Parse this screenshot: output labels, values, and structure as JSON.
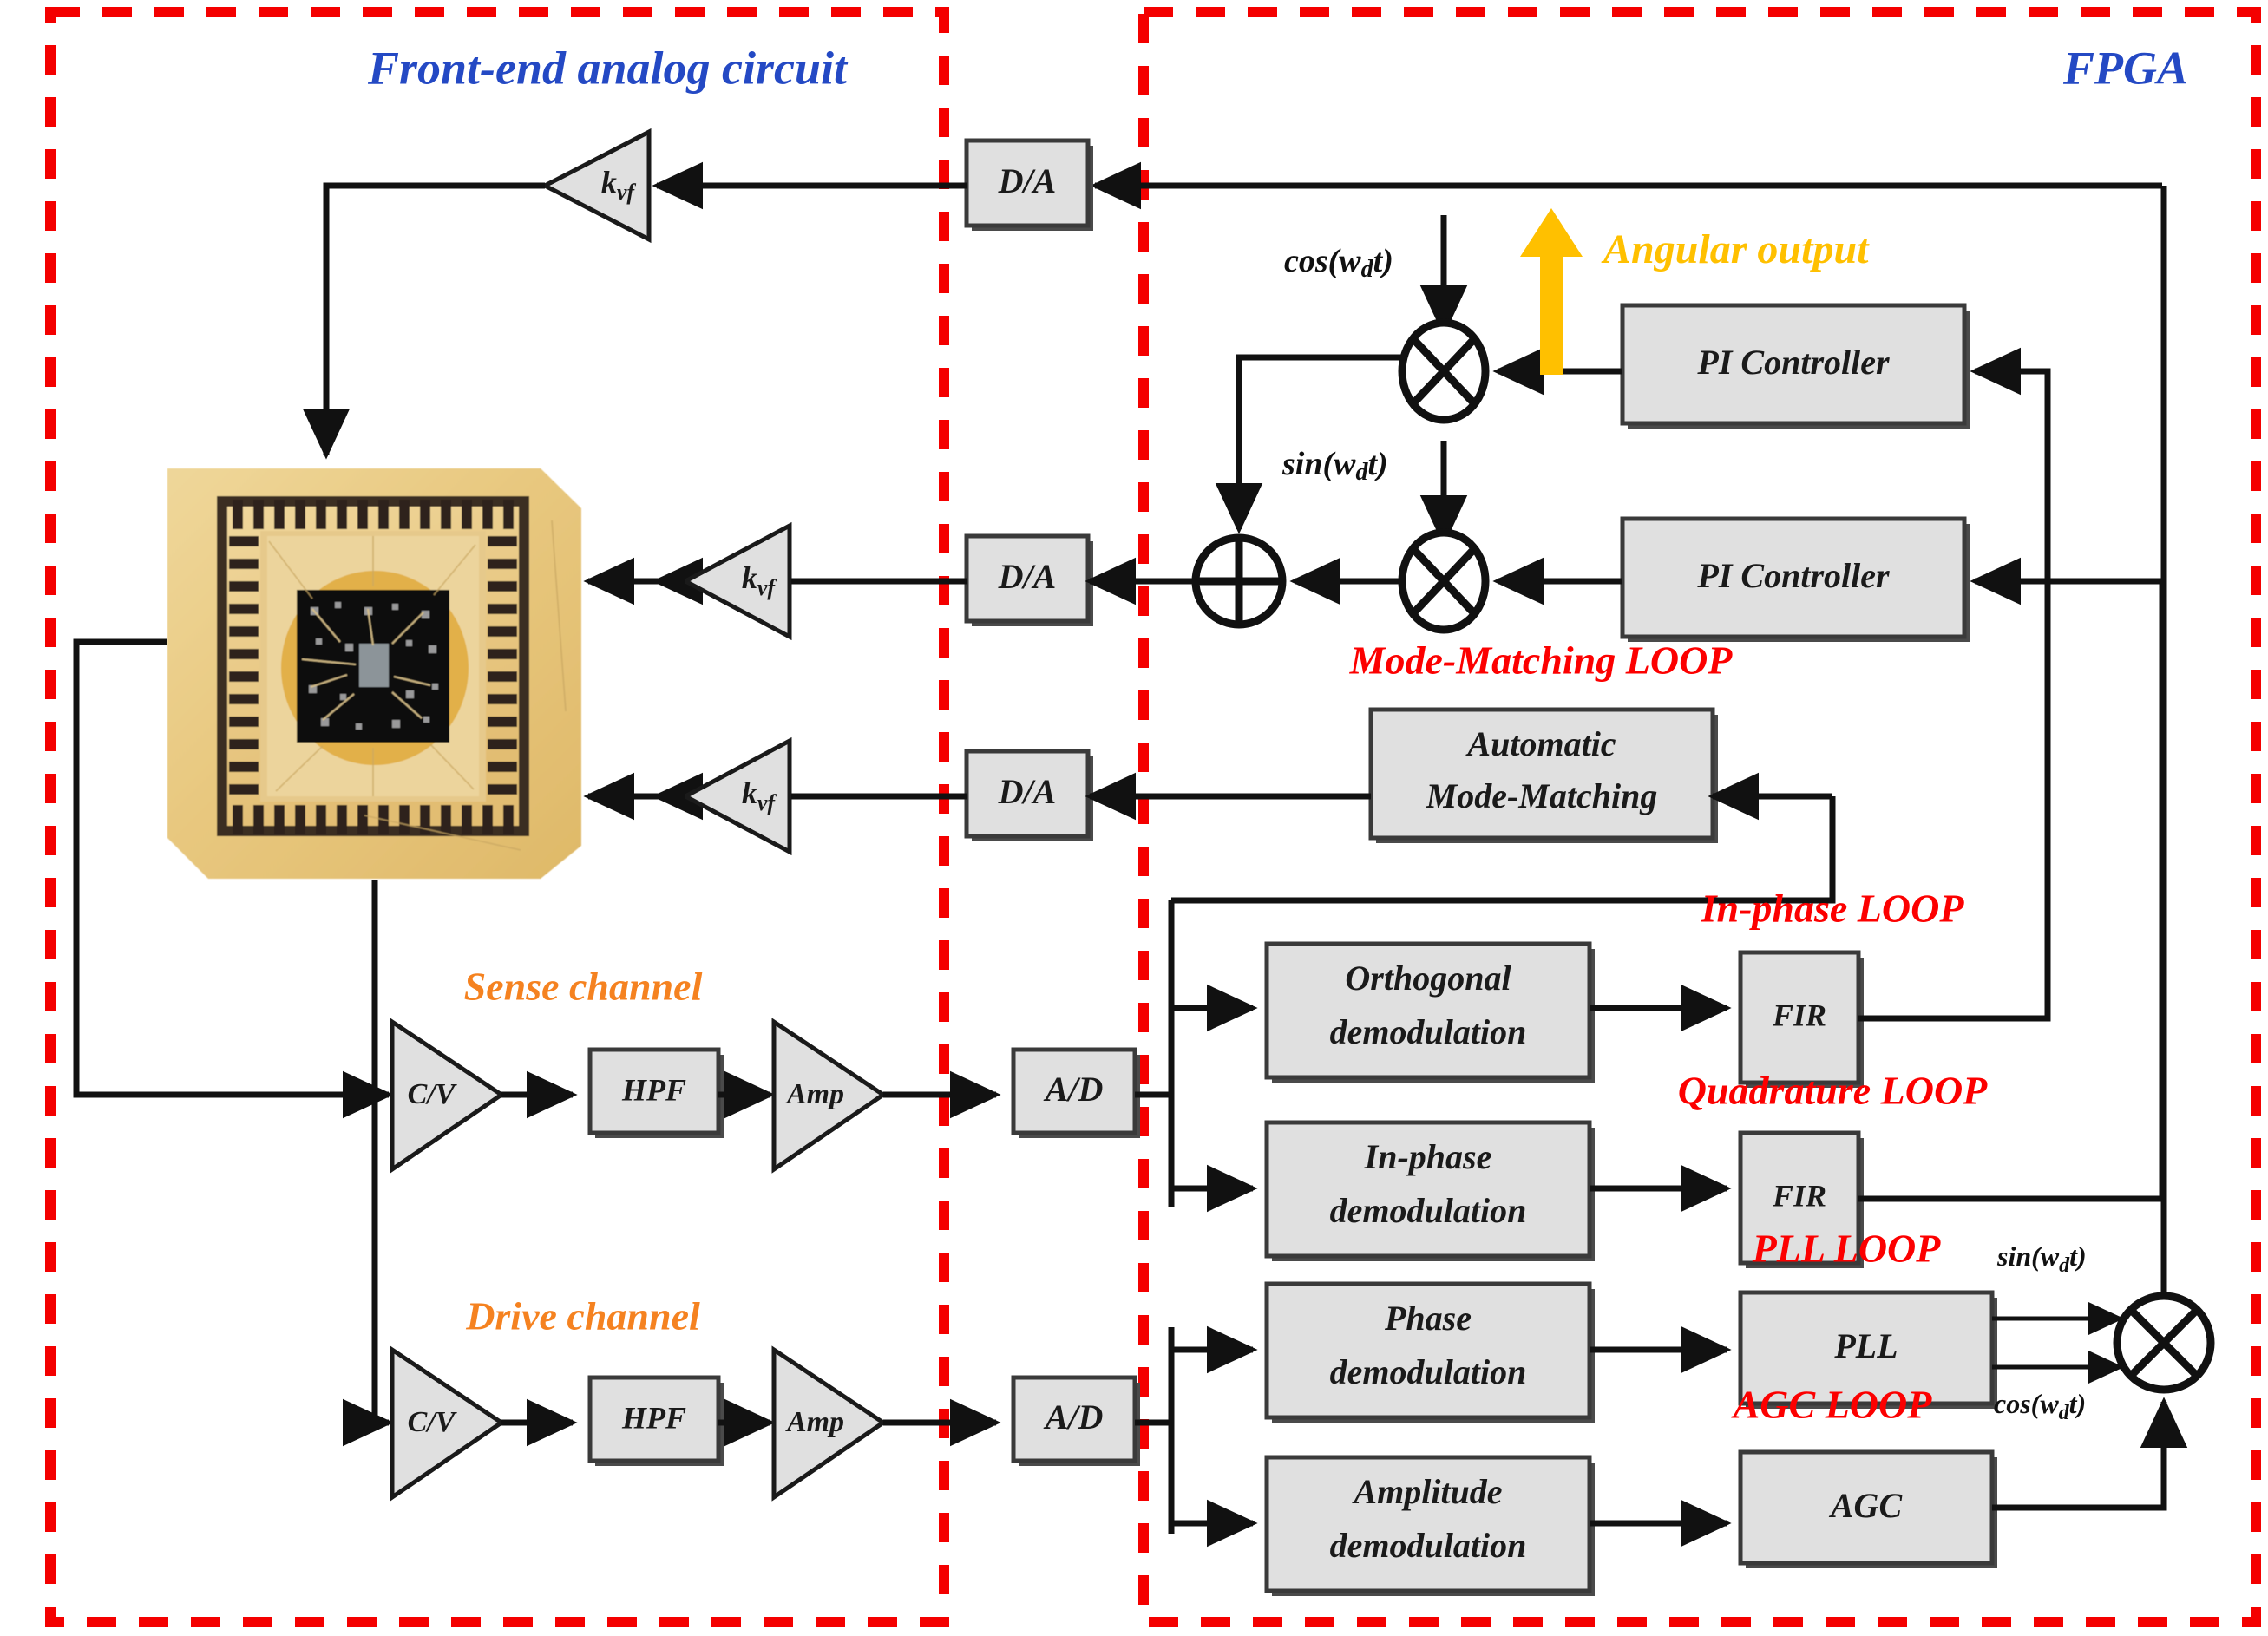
{
  "sections": {
    "analog": {
      "title": "Front-end analog circuit",
      "color": "#2449c4"
    },
    "fpga": {
      "title": "FPGA",
      "color": "#2449c4"
    }
  },
  "channels": {
    "sense": {
      "title": "Sense channel",
      "color": "#f58220"
    },
    "drive": {
      "title": "Drive channel",
      "color": "#f58220"
    }
  },
  "annotations": {
    "angular_output": "Angular output",
    "angular_output_color": "#ffc000",
    "cos_top": "cos(w",
    "cos_sub": "d",
    "cos_tail": "t)",
    "sin_mid": "sin(w",
    "sin_sub": "d",
    "sin_tail": "t)",
    "pll_sin": "sin(w",
    "pll_sin_sub": "d",
    "pll_sin_tail": "t)",
    "pll_cos": "cos(w",
    "pll_cos_sub": "d",
    "pll_cos_tail": "t)"
  },
  "loops": [
    {
      "id": "mode-matching",
      "label": "Mode-Matching  LOOP",
      "color": "#fc0000"
    },
    {
      "id": "in-phase",
      "label": "In-phase  LOOP",
      "color": "#fc0000"
    },
    {
      "id": "quadrature",
      "label": "Quadrature  LOOP",
      "color": "#fc0000"
    },
    {
      "id": "pll",
      "label": "PLL LOOP",
      "color": "#fc0000"
    },
    {
      "id": "agc",
      "label": "AGC LOOP",
      "color": "#fc0000"
    }
  ],
  "blocks": {
    "da_top": "D/A",
    "da_mid": "D/A",
    "da_bot": "D/A",
    "kvf_top": "k",
    "kvf_sub": "vf",
    "kvf_mid": "k",
    "kvf_bot": "k",
    "pi_top": "PI Controller",
    "pi_mid": "PI Controller",
    "amm_l1": "Automatic",
    "amm_l2": "Mode-Matching",
    "orth_l1": "Orthogonal",
    "orth_l2": "demodulation",
    "inph_l1": "In-phase",
    "inph_l2": "demodulation",
    "phase_l1": "Phase",
    "phase_l2": "demodulation",
    "amp_l1": "Amplitude",
    "amp_l2": "demodulation",
    "fir_top": "FIR",
    "fir_bot": "FIR",
    "pll": "PLL",
    "agc": "AGC",
    "cv_sense": "C/V",
    "hpf_sense": "HPF",
    "amp_sense": "Amp",
    "ad_sense": "A/D",
    "cv_drive": "C/V",
    "hpf_drive": "HPF",
    "amp_drive": "Amp",
    "ad_drive": "A/D"
  },
  "device": {
    "name": "MEMS gyroscope chip photograph"
  }
}
